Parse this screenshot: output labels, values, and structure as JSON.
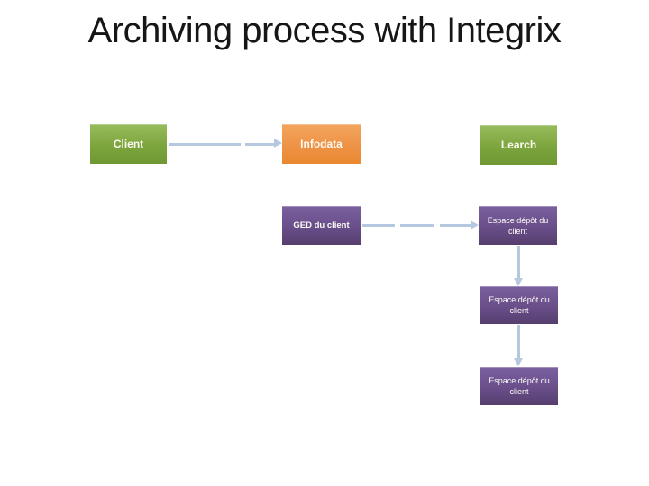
{
  "slide": {
    "title": "Archiving process with Integrix"
  },
  "diagram": {
    "nodes": [
      {
        "id": "client",
        "label": "Client",
        "color": "green"
      },
      {
        "id": "infodata",
        "label": "Infodata",
        "color": "orange"
      },
      {
        "id": "learch",
        "label": "Learch",
        "color": "green"
      },
      {
        "id": "ged",
        "label": "GED du client",
        "color": "purple"
      },
      {
        "id": "espace1",
        "label": "Espace dépôt du client",
        "color": "purple"
      },
      {
        "id": "espace2",
        "label": "Espace dépôt du client",
        "color": "purple"
      },
      {
        "id": "espace3",
        "label": "Espace dépôt du client",
        "color": "purple"
      }
    ],
    "edges": [
      {
        "from": "client",
        "to": "infodata",
        "direction": "right",
        "style": "dashed"
      },
      {
        "from": "ged",
        "to": "espace1",
        "direction": "right",
        "style": "dashed"
      },
      {
        "from": "espace1",
        "to": "espace2",
        "direction": "down",
        "style": "solid"
      },
      {
        "from": "espace2",
        "to": "espace3",
        "direction": "down",
        "style": "solid"
      }
    ],
    "colors": {
      "green": "#7fa73f",
      "orange": "#ee9346",
      "purple": "#694e8a",
      "connector": "#b6c8df",
      "title_text": "#161616",
      "node_text": "#fdfbf4"
    }
  }
}
